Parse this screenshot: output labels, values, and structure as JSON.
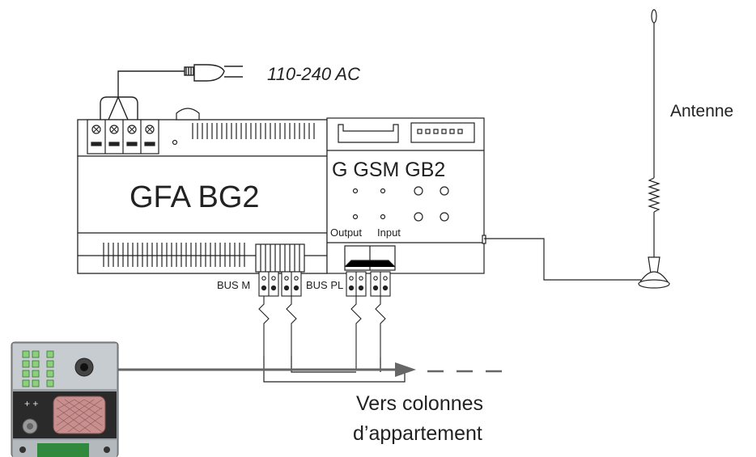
{
  "labels": {
    "power": "110-240 AC",
    "antenna": "Antenne",
    "device1": "GFA BG2",
    "device2": "G GSM GB2",
    "output": "Output",
    "input": "Input",
    "bus_m": "BUS M",
    "bus_pl": "BUS PL",
    "destination_line1": "Vers colonnes",
    "destination_line2": "d’appartement"
  },
  "colors": {
    "line": "#222222",
    "gray_cable": "#666666",
    "panel_body": "#9aa0a6",
    "button_green": "#8bd17c",
    "speaker": "#c98f8f"
  },
  "icons": {
    "plug": "power-plug-icon",
    "antenna": "antenna-icon",
    "panel": "door-entry-panel-icon"
  }
}
